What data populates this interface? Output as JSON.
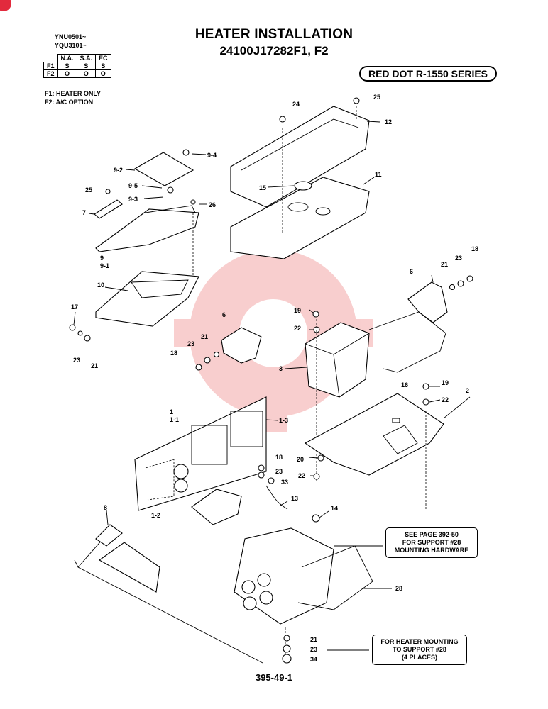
{
  "title": "HEATER INSTALLATION",
  "part_number": "24100J17282F1, F2",
  "models": [
    "YNU0501~",
    "YQU3101~"
  ],
  "availability": {
    "headers": [
      "N.A.",
      "S.A.",
      "EC"
    ],
    "rows": [
      {
        "label": "F1",
        "values": [
          "S",
          "S",
          "S"
        ]
      },
      {
        "label": "F2",
        "values": [
          "O",
          "O",
          "O"
        ]
      }
    ]
  },
  "legend": [
    "F1: HEATER ONLY",
    "F2: A/C OPTION"
  ],
  "series": "RED DOT R-1550 SERIES",
  "notes": {
    "support_hardware": [
      "SEE PAGE 392-50",
      "FOR SUPPORT #28",
      "MOUNTING HARDWARE"
    ],
    "heater_mounting": [
      "FOR HEATER MOUNTING",
      "TO SUPPORT #28",
      "(4 PLACES)"
    ]
  },
  "callouts": {
    "c24": "24",
    "c25a": "25",
    "c12": "12",
    "c11": "11",
    "c15": "15",
    "c94": "9-4",
    "c92": "9-2",
    "c95": "9-5",
    "c25b": "25",
    "c93": "9-3",
    "c26": "26",
    "c7": "7",
    "c9": "9",
    "c91": "9-1",
    "c10": "10",
    "c17": "17",
    "c23a": "23",
    "c21a": "21",
    "c6a": "6",
    "c21b": "21",
    "c23b": "23",
    "c18a": "18",
    "c19a": "19",
    "c22a": "22",
    "c3": "3",
    "c6b": "6",
    "c21c": "21",
    "c23c": "23",
    "c18b": "18",
    "c16": "16",
    "c19b": "19",
    "c2": "2",
    "c22b": "22",
    "c1": "1",
    "c11b": "1-1",
    "c13": "1-3",
    "c12b": "1-2",
    "c18c": "18",
    "c23d": "23",
    "c33": "33",
    "c20": "20",
    "c22c": "22",
    "c13b": "13",
    "c14": "14",
    "c8": "8",
    "c28": "28",
    "c21d": "21",
    "c23e": "23",
    "c34": "34"
  },
  "page_number": "395-49-1",
  "colors": {
    "ink": "#000000",
    "watermark": "#f4a7a7",
    "badge": "#e22a3d"
  }
}
